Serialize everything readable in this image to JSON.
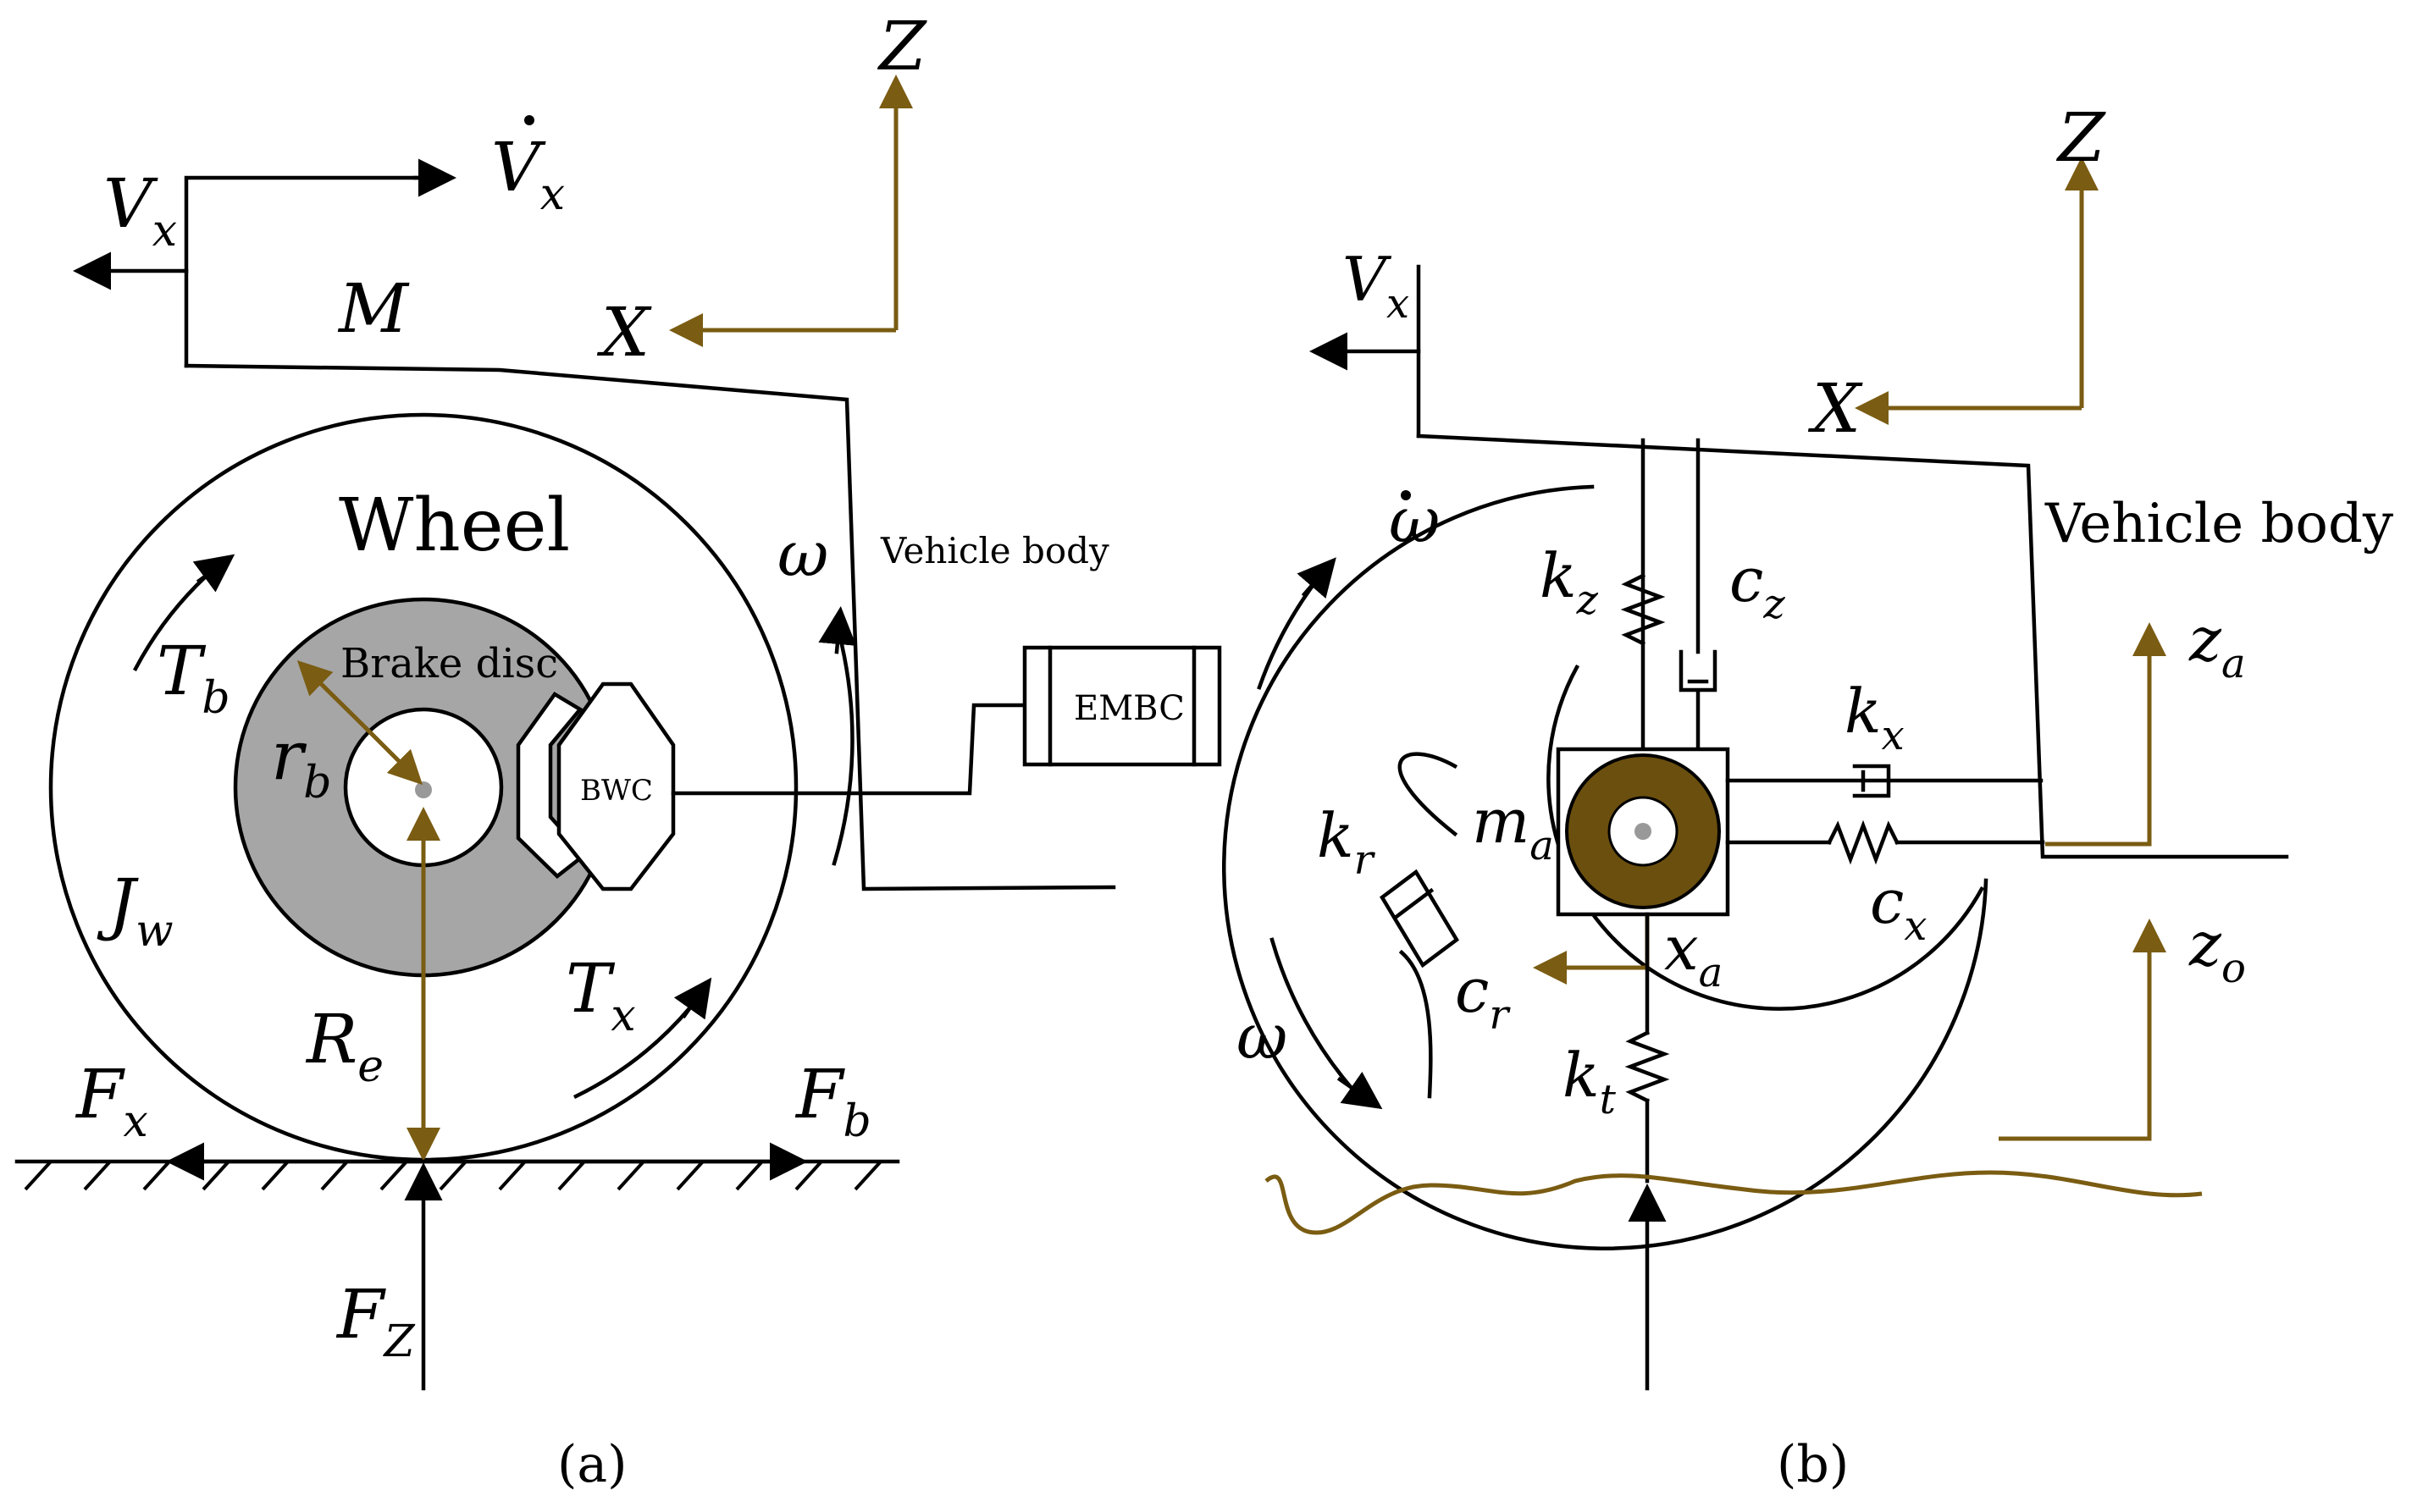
{
  "colors": {
    "line": "#000000",
    "axis": "#7a5c12",
    "disc": "#a6a6a6",
    "hub": "#6b4f0e"
  },
  "panel_a": {
    "caption": "(a)",
    "labels": {
      "vx": "V",
      "vx_sub": "x",
      "vxdot": "V",
      "vxdot_sub": "x",
      "mass": "M",
      "axis_z": "Z",
      "axis_x": "X",
      "wheel": "Wheel",
      "brake_disc": "Brake disc",
      "vehicle_body": "Vehicle body",
      "omega": "ω",
      "tb": "T",
      "tb_sub": "b",
      "rb": "r",
      "rb_sub": "b",
      "jw": "J",
      "jw_sub": "w",
      "re": "R",
      "re_sub": "e",
      "tx": "T",
      "tx_sub": "x",
      "fx": "F",
      "fx_sub": "x",
      "fb": "F",
      "fb_sub": "b",
      "fz": "F",
      "fz_sub": "Z",
      "bwc": "BWC",
      "embc": "EMBC"
    }
  },
  "panel_b": {
    "caption": "(b)",
    "labels": {
      "axis_z": "Z",
      "axis_x": "X",
      "vx": "V",
      "vx_sub": "x",
      "vehicle_body": "Vehicle body",
      "omega_dot": "ω",
      "omega": "ω",
      "kz": "k",
      "kz_sub": "z",
      "cz": "c",
      "cz_sub": "z",
      "kx": "k",
      "kx_sub": "x",
      "cx": "c",
      "cx_sub": "x",
      "za": "z",
      "za_sub": "a",
      "zo": "z",
      "zo_sub": "o",
      "kr": "k",
      "kr_sub": "r",
      "cr": "c",
      "cr_sub": "r",
      "ma": "m",
      "ma_sub": "a",
      "xa": "x",
      "xa_sub": "a",
      "kt": "k",
      "kt_sub": "t"
    }
  }
}
